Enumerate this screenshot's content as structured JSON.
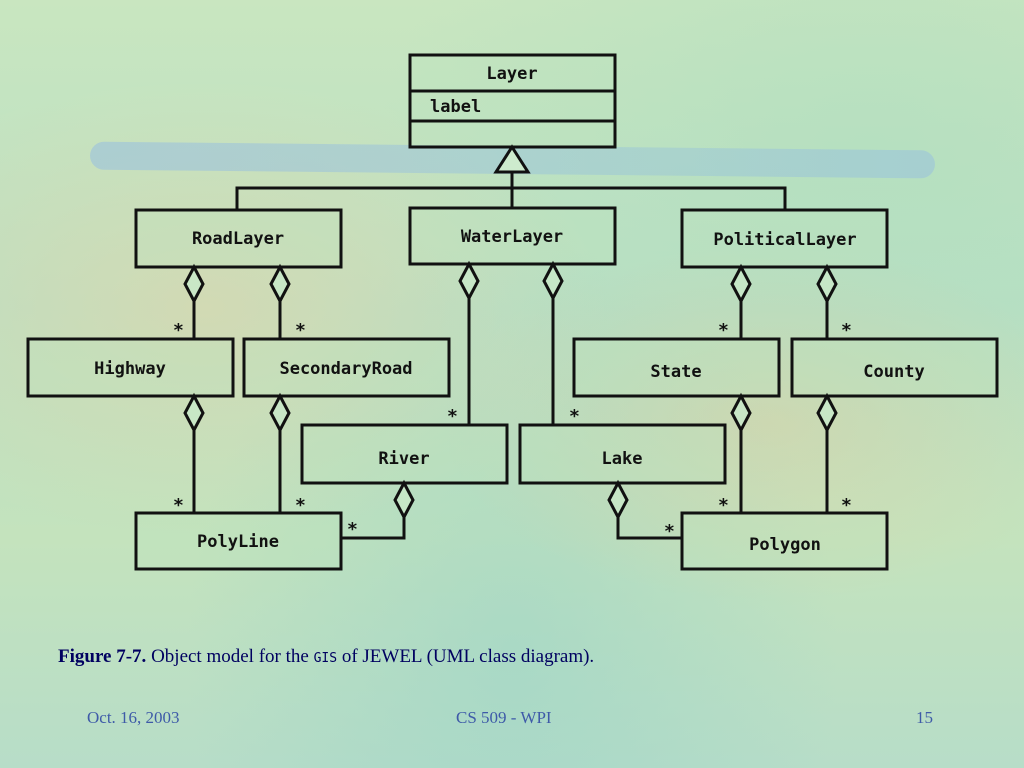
{
  "classes": {
    "layer": {
      "name": "Layer",
      "attributes": [
        "label"
      ]
    },
    "road_layer": {
      "name": "RoadLayer"
    },
    "water_layer": {
      "name": "WaterLayer"
    },
    "political_layer": {
      "name": "PoliticalLayer"
    },
    "highway": {
      "name": "Highway"
    },
    "secondary_road": {
      "name": "SecondaryRoad"
    },
    "river": {
      "name": "River"
    },
    "lake": {
      "name": "Lake"
    },
    "state": {
      "name": "State"
    },
    "county": {
      "name": "County"
    },
    "polyline": {
      "name": "PolyLine"
    },
    "polygon": {
      "name": "Polygon"
    }
  },
  "multiplicity": "*",
  "caption": {
    "figure": "Figure 7-7.",
    "before_code": " Object model for the ",
    "code": "GIS",
    "after_code": " of JEWEL (UML class diagram)."
  },
  "footer": {
    "date": "Oct. 16, 2003",
    "course": "CS 509 - WPI",
    "page": "15"
  }
}
